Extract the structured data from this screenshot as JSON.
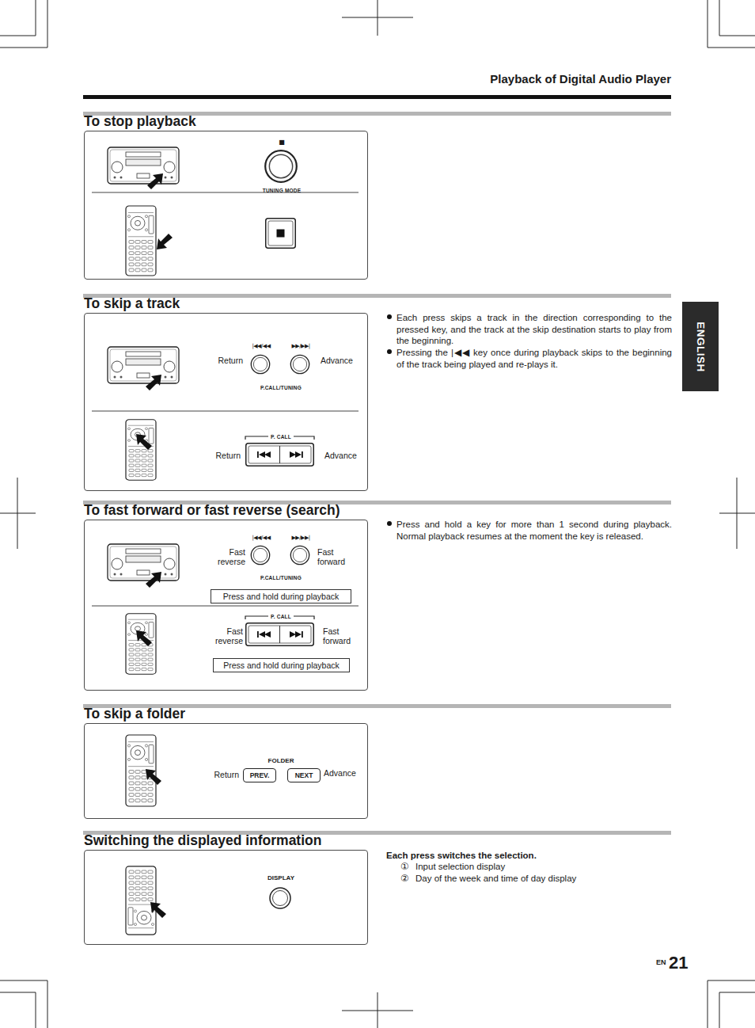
{
  "diagram": {
    "nodes": [
      {
        "text": [
          "ENGLISH"
        ]
      },
      {
        "text": [
          "To stop playback",
          "■",
          "TUNING MODE"
        ]
      },
      {
        "text": [
          "To skip a track",
          "Return",
          "|◀◀/◀◀",
          "▶▶/▶▶|",
          "Advance",
          "P.CALL/TUNING",
          "Return",
          "P. CALL",
          "Advance"
        ]
      },
      {
        "text": [
          "To fast forward or fast reverse (search)",
          "Fast reverse",
          "|◀◀/◀◀",
          "▶▶/▶▶|",
          "Fast forward",
          "P.CALL/TUNING",
          "Fast reverse",
          "P. CALL",
          "Fast forward"
        ]
      },
      {
        "text": [
          "Press and hold during playback"
        ],
        "in": 3
      },
      {
        "text": [
          "Press and hold during playback"
        ],
        "in": 3
      },
      {
        "text": [
          "To skip a folder",
          "Return",
          "FOLDER",
          "Advance"
        ]
      },
      {
        "text": [
          "PREV."
        ],
        "in": 6
      },
      {
        "text": [
          "NEXT"
        ],
        "in": 6
      },
      {
        "text": [
          "Switching the displayed information",
          "DISPLAY"
        ]
      }
    ],
    "labels": [
      "Playback of Digital Audio Player",
      "Each press skips a track in the direction corresponding to the pressed key, and the track at the skip destination starts to play from the beginning.",
      "Pressing the |◀◀ key once during playback skips to the beginning of the track being played and re-plays it.",
      "Press and hold a key for more than 1 second during playback. Normal playback resumes at the moment the key is released.",
      "Each press switches the selection.",
      "①",
      "Input selection display",
      "②",
      "Day of the week and time of day display",
      "EN",
      "21"
    ]
  }
}
